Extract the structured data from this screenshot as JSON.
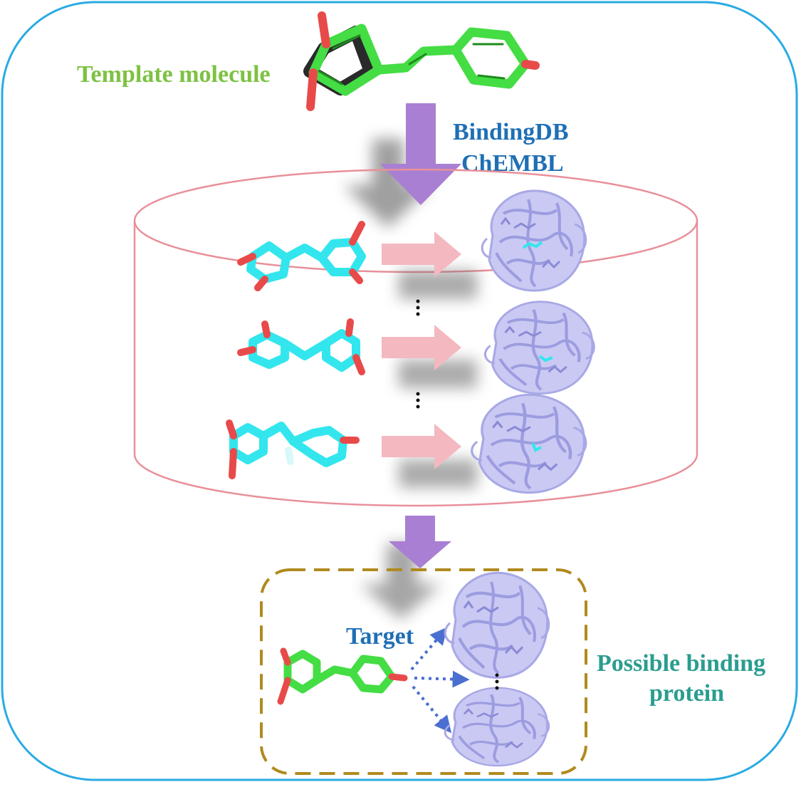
{
  "labels": {
    "template": "Template molecule",
    "databases": [
      "BindingDB",
      "ChEMBL"
    ],
    "target": "Target",
    "binding": [
      "Possible binding",
      "protein"
    ]
  },
  "colors": {
    "frame": "#29abe2",
    "cylinder": "#e8909a",
    "dashed_box": "#b08a1e",
    "purple_arrow": "#a97fd3",
    "pink_arrow": "#f4b8c0",
    "template_carbon": "#44dd44",
    "hit_carbon": "#33e6ee",
    "oxygen": "#e84a4a",
    "protein": "#b4b4ec",
    "dotted_arrow": "#4a6fd0",
    "template_text": "#7dc242",
    "db_text": "#1f6fb4",
    "binding_text": "#2a9d8f"
  },
  "icons": [
    "template-molecule-icon",
    "hit-molecule-icon",
    "protein-structure-icon",
    "dotted-arrow-icon",
    "vertical-ellipsis-icon"
  ]
}
